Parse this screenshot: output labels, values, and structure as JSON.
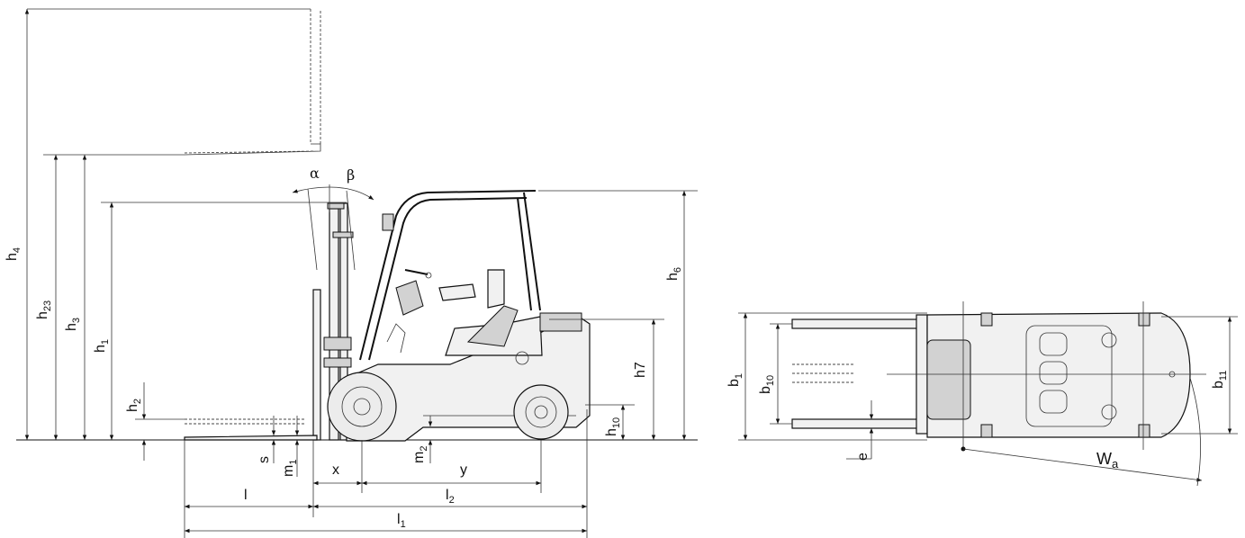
{
  "labels": {
    "h4": {
      "main": "h",
      "sub": "4"
    },
    "h23": {
      "main": "h",
      "sub": "23"
    },
    "h3": {
      "main": "h",
      "sub": "3"
    },
    "h1": {
      "main": "h",
      "sub": "1"
    },
    "h2": {
      "main": "h",
      "sub": "2"
    },
    "h6": {
      "main": "h",
      "sub": "6"
    },
    "h7": {
      "main": "h7"
    },
    "h10": {
      "main": "h",
      "sub": "10"
    },
    "s": {
      "main": "s"
    },
    "m1": {
      "main": "m",
      "sub": "1"
    },
    "m2": {
      "main": "m",
      "sub": "2"
    },
    "x": {
      "main": "x"
    },
    "y": {
      "main": "y"
    },
    "l": {
      "main": "l"
    },
    "l2": {
      "main": "l",
      "sub": "2"
    },
    "l1": {
      "main": "l",
      "sub": "1"
    },
    "alpha": {
      "main": "α"
    },
    "beta": {
      "main": "β"
    },
    "b1": {
      "main": "b",
      "sub": "1"
    },
    "b10": {
      "main": "b",
      "sub": "10"
    },
    "b11": {
      "main": "b",
      "sub": "11"
    },
    "e": {
      "main": "e"
    },
    "wa": {
      "main": "W",
      "sub": "a"
    }
  }
}
